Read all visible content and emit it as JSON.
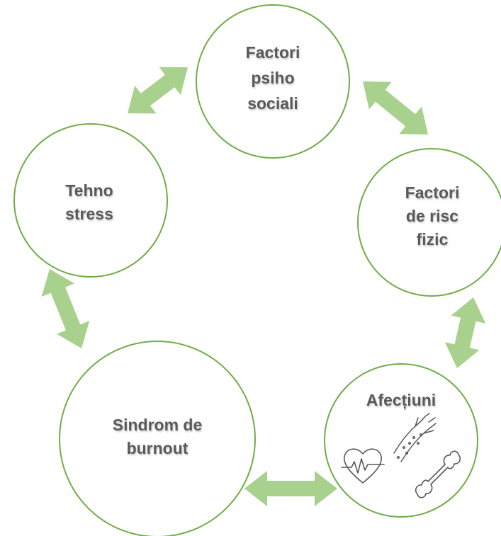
{
  "colors": {
    "circle_stroke": "#70ad47",
    "arrow_fill": "#a9d18e",
    "text": "#595959",
    "icon_stroke": "#595959"
  },
  "nodes": {
    "factori_psihosociali": {
      "lines": [
        "Factori",
        "psiho",
        "sociali"
      ]
    },
    "factori_risc_fizic": {
      "lines": [
        "Factori",
        "de risc",
        "fizic"
      ]
    },
    "afectiuni": {
      "lines": [
        "Afecțiuni"
      ],
      "icons": [
        "heart-rate-icon",
        "blood-vessel-icon",
        "bone-icon"
      ]
    },
    "sindrom_burnout": {
      "lines": [
        "Sindrom de",
        "burnout"
      ]
    },
    "tehno_stress": {
      "lines": [
        "Tehno",
        "stress"
      ]
    }
  },
  "arrows": [
    {
      "from": "factori_psihosociali",
      "to": "factori_risc_fizic",
      "type": "double-arrow"
    },
    {
      "from": "factori_risc_fizic",
      "to": "afectiuni",
      "type": "double-arrow"
    },
    {
      "from": "afectiuni",
      "to": "sindrom_burnout",
      "type": "double-arrow"
    },
    {
      "from": "sindrom_burnout",
      "to": "tehno_stress",
      "type": "double-arrow"
    },
    {
      "from": "tehno_stress",
      "to": "factori_psihosociali",
      "type": "double-arrow"
    }
  ]
}
